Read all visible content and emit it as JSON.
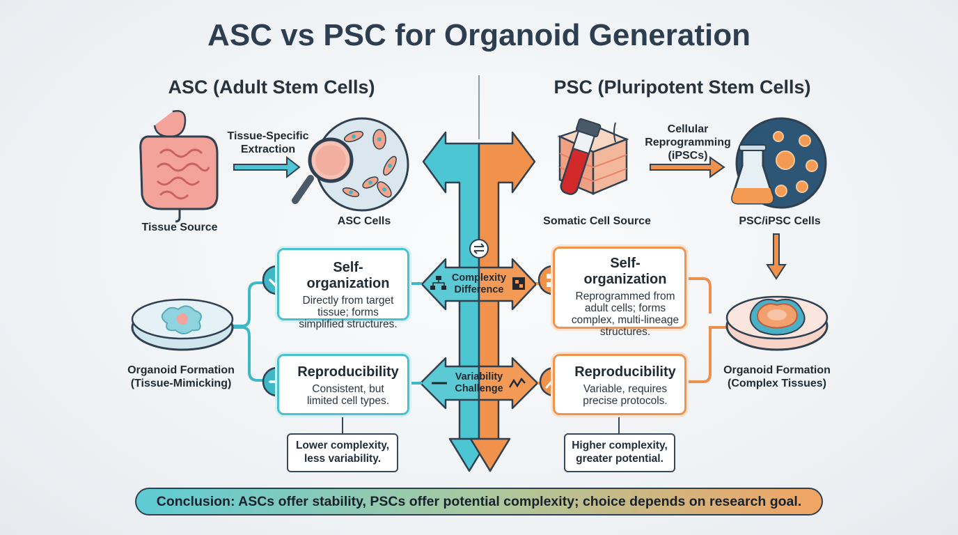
{
  "title": "ASC vs PSC for Organoid Generation",
  "asc": {
    "heading": "ASC (Adult Stem Cells)",
    "tissue_source": "Tissue Source",
    "extraction": "Tissue-Specific\nExtraction",
    "cells": "ASC Cells",
    "organoid": "Organoid Formation\n(Tissue-Mimicking)",
    "self_org": {
      "title": "Self-organization",
      "text": "Directly from target\ntissue; forms\nsimplified structures."
    },
    "repro": {
      "title": "Reproducibility",
      "text": "Consistent, but\nlimited cell types."
    },
    "note": "Lower complexity,\nless variability."
  },
  "psc": {
    "heading": "PSC (Pluripotent Stem Cells)",
    "somatic_source": "Somatic Cell Source",
    "reprogramming": "Cellular\nReprogramming\n(iPSCs)",
    "cells": "PSC/iPSC Cells",
    "organoid": "Organoid Formation\n(Complex Tissues)",
    "self_org": {
      "title": "Self-organization",
      "text": "Reprogrammed from\nadult cells; forms\ncomplex, multi-lineage\nstructures."
    },
    "repro": {
      "title": "Reproducibility",
      "text": "Variable, requires\nprecise protocols."
    },
    "note": "Higher complexity,\ngreater potential."
  },
  "middle": {
    "complexity": "Complexity\nDifference",
    "variability": "Variability\nChallenge"
  },
  "conclusion": "Conclusion: ASCs offer stability, PSCs offer potential complexity; choice depends on research goal.",
  "colors": {
    "teal": "#48c2cf",
    "orange": "#ef9450",
    "dark": "#2c3e50"
  }
}
